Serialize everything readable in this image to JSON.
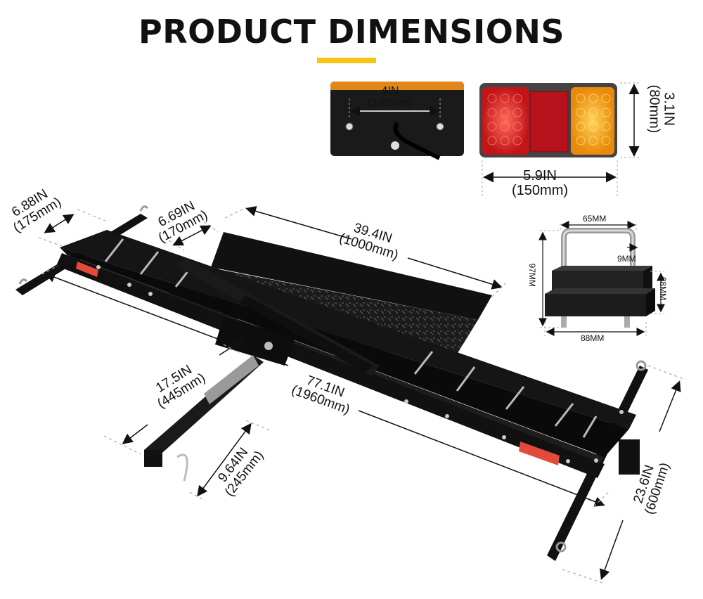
{
  "title": "PRODUCT DIMENSIONS",
  "accent_color": "#f5c518",
  "dimensions": {
    "light_bolt_spacing": {
      "in": "4IN",
      "mm": "(102mm)"
    },
    "light_height": {
      "in": "3.1IN",
      "mm": "(80mm)"
    },
    "light_width": {
      "in": "5.9IN",
      "mm": "(150mm)"
    },
    "bracket_width_top": "65MM",
    "bracket_rod": "9MM",
    "bracket_height": "97MM",
    "bracket_clamp_height": "68MM",
    "bracket_base_width": "88MM",
    "rack_end_width": {
      "in": "6.88IN",
      "mm": "(175mm)"
    },
    "ramp_width": {
      "in": "6.69IN",
      "mm": "(170mm)"
    },
    "platform_length": {
      "in": "39.4IN",
      "mm": "(1000mm)"
    },
    "hitch_to_center": {
      "in": "17.5IN",
      "mm": "(445mm)"
    },
    "overall_length": {
      "in": "77.1IN",
      "mm": "(1960mm)"
    },
    "hitch_tube": {
      "in": "9.64IN",
      "mm": "(245mm)"
    },
    "rack_depth": {
      "in": "23.6IN",
      "mm": "(600mm)"
    }
  }
}
